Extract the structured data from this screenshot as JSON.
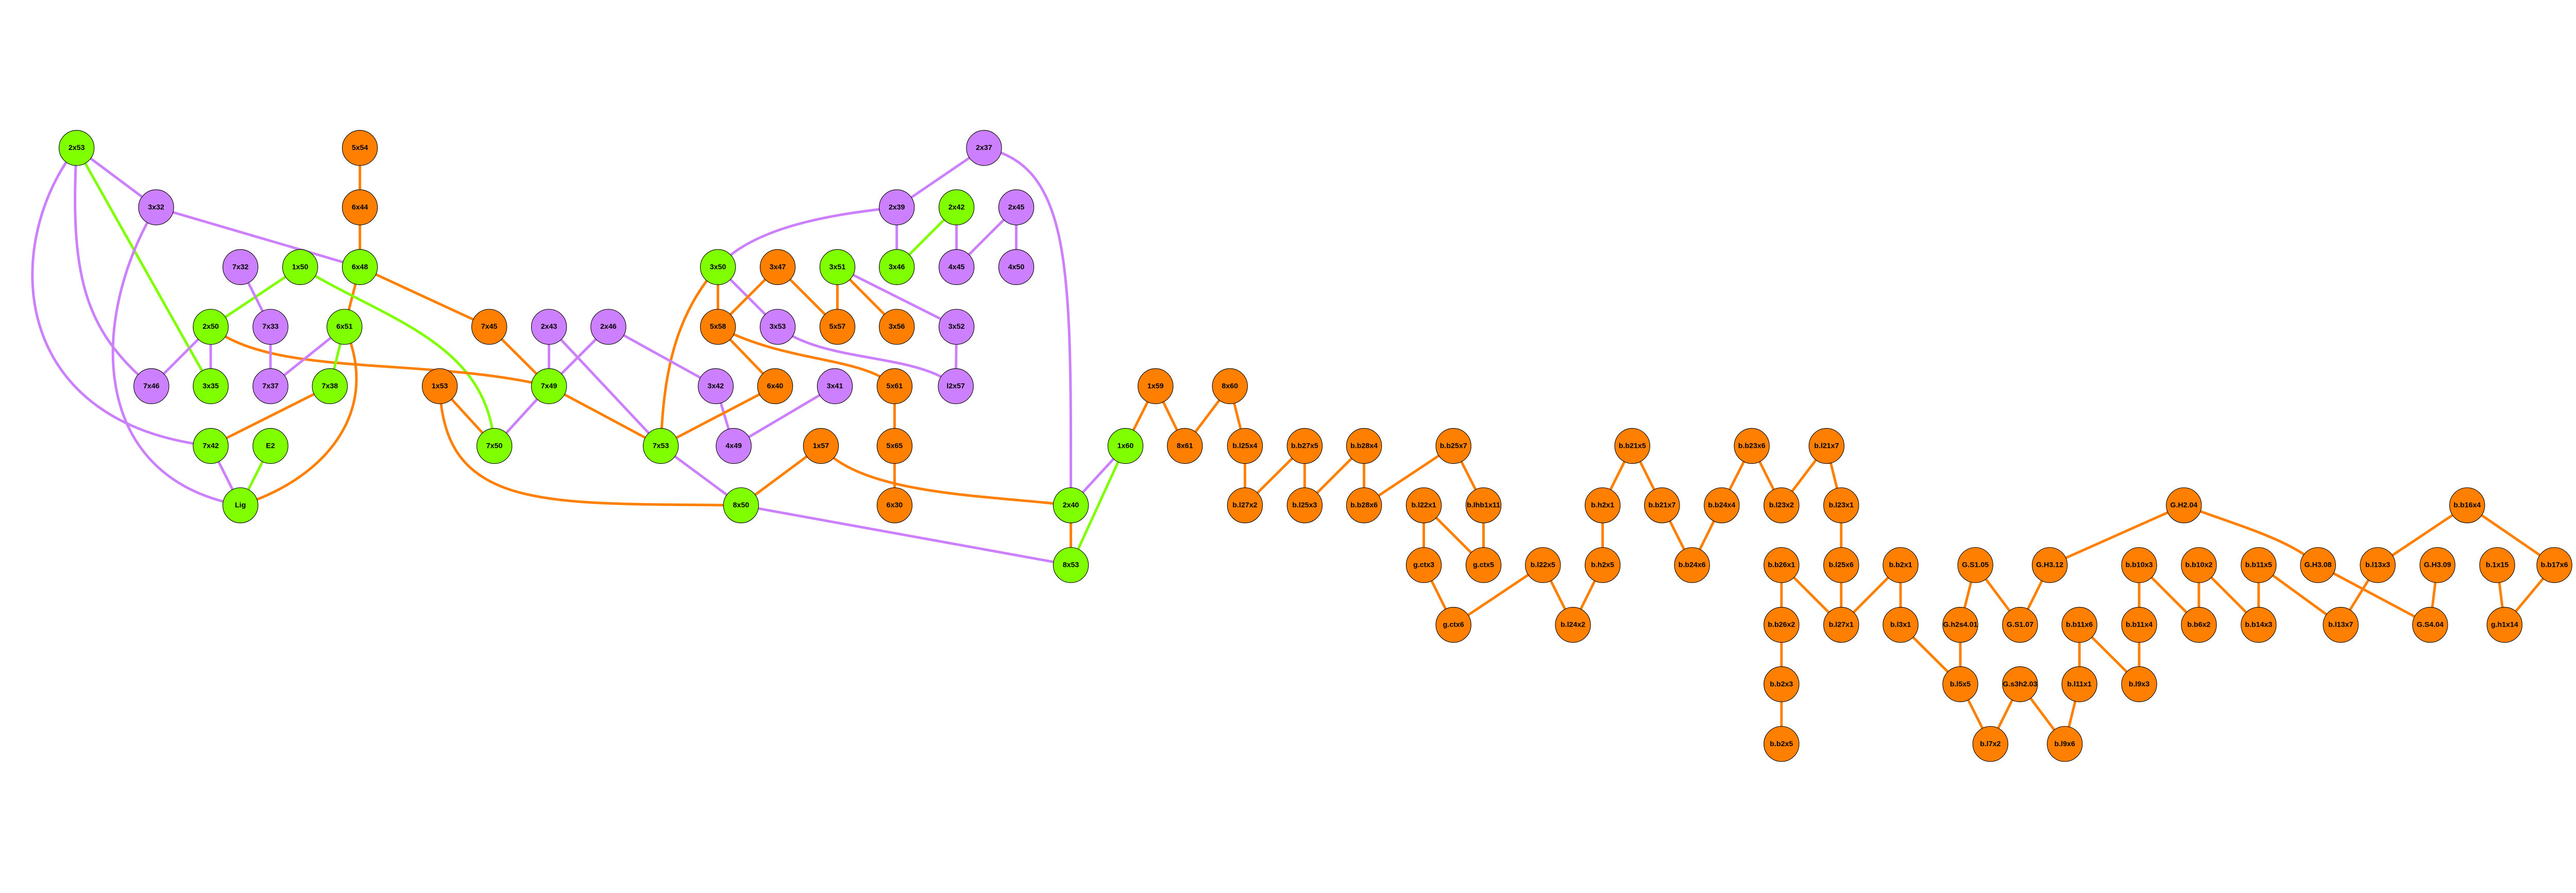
{
  "colors": {
    "green": "#7FFF00",
    "purple": "#CC80FF",
    "orange": "#FF8000"
  },
  "nodes": [
    {
      "id": "2x53",
      "c": "green"
    },
    {
      "id": "3x32",
      "c": "purple"
    },
    {
      "id": "5x54",
      "c": "orange"
    },
    {
      "id": "6x44",
      "c": "orange"
    },
    {
      "id": "6x48",
      "c": "green"
    },
    {
      "id": "7x32",
      "c": "purple"
    },
    {
      "id": "1x50",
      "c": "green"
    },
    {
      "id": "2x50",
      "c": "green"
    },
    {
      "id": "7x33",
      "c": "purple"
    },
    {
      "id": "6x51",
      "c": "green"
    },
    {
      "id": "7x46",
      "c": "purple"
    },
    {
      "id": "3x35",
      "c": "green"
    },
    {
      "id": "7x37",
      "c": "purple"
    },
    {
      "id": "7x38",
      "c": "green"
    },
    {
      "id": "7x42",
      "c": "green"
    },
    {
      "id": "E2",
      "c": "green"
    },
    {
      "id": "Lig",
      "c": "green"
    },
    {
      "id": "7x45",
      "c": "orange"
    },
    {
      "id": "2x43",
      "c": "purple"
    },
    {
      "id": "2x46",
      "c": "purple"
    },
    {
      "id": "3x50",
      "c": "green"
    },
    {
      "id": "3x47",
      "c": "orange"
    },
    {
      "id": "3x51",
      "c": "green"
    },
    {
      "id": "5x58",
      "c": "orange"
    },
    {
      "id": "3x53",
      "c": "purple"
    },
    {
      "id": "5x57",
      "c": "orange"
    },
    {
      "id": "1x53",
      "c": "orange"
    },
    {
      "id": "7x49",
      "c": "green"
    },
    {
      "id": "3x42",
      "c": "purple"
    },
    {
      "id": "6x40",
      "c": "orange"
    },
    {
      "id": "3x41",
      "c": "purple"
    },
    {
      "id": "7x50",
      "c": "green"
    },
    {
      "id": "7x53",
      "c": "green"
    },
    {
      "id": "4x49",
      "c": "purple"
    },
    {
      "id": "1x57",
      "c": "orange"
    },
    {
      "id": "8x50",
      "c": "green"
    },
    {
      "id": "2x37",
      "c": "purple"
    },
    {
      "id": "2x39",
      "c": "purple"
    },
    {
      "id": "2x42",
      "c": "green"
    },
    {
      "id": "2x45",
      "c": "purple"
    },
    {
      "id": "3x46",
      "c": "green"
    },
    {
      "id": "4x45",
      "c": "purple"
    },
    {
      "id": "4x50",
      "c": "purple"
    },
    {
      "id": "3x56",
      "c": "orange"
    },
    {
      "id": "3x52",
      "c": "purple"
    },
    {
      "id": "5x61",
      "c": "orange"
    },
    {
      "id": "l2x57",
      "c": "purple"
    },
    {
      "id": "5x65",
      "c": "orange"
    },
    {
      "id": "6x30",
      "c": "orange"
    },
    {
      "id": "2x40",
      "c": "green"
    },
    {
      "id": "8x53",
      "c": "green"
    },
    {
      "id": "1x59",
      "c": "orange"
    },
    {
      "id": "8x60",
      "c": "orange"
    },
    {
      "id": "1x60",
      "c": "green"
    },
    {
      "id": "8x61",
      "c": "orange"
    },
    {
      "id": "b.l25x4",
      "c": "orange"
    },
    {
      "id": "b.l27x2",
      "c": "orange"
    },
    {
      "id": "b.b27x5",
      "c": "orange"
    },
    {
      "id": "b.b28x4",
      "c": "orange"
    },
    {
      "id": "b.b25x7",
      "c": "orange"
    },
    {
      "id": "b.b21x5",
      "c": "orange"
    },
    {
      "id": "b.l25x3",
      "c": "orange"
    },
    {
      "id": "b.b28x6",
      "c": "orange"
    },
    {
      "id": "b.l22x1",
      "c": "orange"
    },
    {
      "id": "b.lhb1x11",
      "c": "orange"
    },
    {
      "id": "b.h2x1",
      "c": "orange"
    },
    {
      "id": "b.b21x7",
      "c": "orange"
    },
    {
      "id": "g.ctx3",
      "c": "orange"
    },
    {
      "id": "g.ctx5",
      "c": "orange"
    },
    {
      "id": "b.l22x5",
      "c": "orange"
    },
    {
      "id": "b.h2x5",
      "c": "orange"
    },
    {
      "id": "b.b24x6",
      "c": "orange"
    },
    {
      "id": "g.ctx6",
      "c": "orange"
    },
    {
      "id": "b.l24x2",
      "c": "orange"
    },
    {
      "id": "b.b23x6",
      "c": "orange"
    },
    {
      "id": "b.l21x7",
      "c": "orange"
    },
    {
      "id": "b.b24x4",
      "c": "orange"
    },
    {
      "id": "b.l23x2",
      "c": "orange"
    },
    {
      "id": "b.l23x1",
      "c": "orange"
    },
    {
      "id": "b.b26x1",
      "c": "orange"
    },
    {
      "id": "b.l25x6",
      "c": "orange"
    },
    {
      "id": "b.b2x1",
      "c": "orange"
    },
    {
      "id": "G.S1.05",
      "c": "orange"
    },
    {
      "id": "G.H3.12",
      "c": "orange"
    },
    {
      "id": "b.b26x2",
      "c": "orange"
    },
    {
      "id": "b.l27x1",
      "c": "orange"
    },
    {
      "id": "b.l3x1",
      "c": "orange"
    },
    {
      "id": "G.h2s4.01",
      "c": "orange"
    },
    {
      "id": "G.S1.07",
      "c": "orange"
    },
    {
      "id": "b.b11x6",
      "c": "orange"
    },
    {
      "id": "b.b2x3",
      "c": "orange"
    },
    {
      "id": "b.l5x5",
      "c": "orange"
    },
    {
      "id": "G.s3h2.03",
      "c": "orange"
    },
    {
      "id": "b.l11x1",
      "c": "orange"
    },
    {
      "id": "b.b2x5",
      "c": "orange"
    },
    {
      "id": "b.l7x2",
      "c": "orange"
    },
    {
      "id": "b.l9x6",
      "c": "orange"
    },
    {
      "id": "G.H2.04",
      "c": "orange"
    },
    {
      "id": "b.b16x4",
      "c": "orange"
    },
    {
      "id": "b.b10x3",
      "c": "orange"
    },
    {
      "id": "b.b10x2",
      "c": "orange"
    },
    {
      "id": "b.b11x5",
      "c": "orange"
    },
    {
      "id": "G.H3.08",
      "c": "orange"
    },
    {
      "id": "b.l13x3",
      "c": "orange"
    },
    {
      "id": "G.H3.09",
      "c": "orange"
    },
    {
      "id": "b.1x15",
      "c": "orange"
    },
    {
      "id": "b.b17x6",
      "c": "orange"
    },
    {
      "id": "b.b11x4",
      "c": "orange"
    },
    {
      "id": "b.b6x2",
      "c": "orange"
    },
    {
      "id": "b.b14x3",
      "c": "orange"
    },
    {
      "id": "b.l13x7",
      "c": "orange"
    },
    {
      "id": "G.S4.04",
      "c": "orange"
    },
    {
      "id": "g.h1x14",
      "c": "orange"
    },
    {
      "id": "b.l9x3",
      "c": "orange"
    }
  ],
  "edges": [
    [
      "2x53",
      "3x32",
      "purple"
    ],
    [
      "2x53",
      "7x46",
      "purple"
    ],
    [
      "2x53",
      "3x35",
      "green"
    ],
    [
      "2x53",
      "7x42",
      "purple"
    ],
    [
      "3x32",
      "6x48",
      "purple"
    ],
    [
      "3x32",
      "Lig",
      "purple"
    ],
    [
      "5x54",
      "6x44",
      "orange"
    ],
    [
      "6x44",
      "6x48",
      "orange"
    ],
    [
      "6x48",
      "7x45",
      "orange"
    ],
    [
      "6x48",
      "6x51",
      "orange"
    ],
    [
      "1x50",
      "2x50",
      "green"
    ],
    [
      "1x50",
      "7x50",
      "green"
    ],
    [
      "7x32",
      "7x33",
      "purple"
    ],
    [
      "2x50",
      "7x46",
      "purple"
    ],
    [
      "2x50",
      "3x35",
      "purple"
    ],
    [
      "2x50",
      "7x49",
      "orange"
    ],
    [
      "7x33",
      "7x37",
      "purple"
    ],
    [
      "6x51",
      "7x37",
      "purple"
    ],
    [
      "6x51",
      "7x38",
      "green"
    ],
    [
      "6x51",
      "Lig",
      "orange"
    ],
    [
      "7x38",
      "7x42",
      "orange"
    ],
    [
      "7x42",
      "Lig",
      "purple"
    ],
    [
      "E2",
      "Lig",
      "green"
    ],
    [
      "3x50",
      "2x39",
      "purple"
    ],
    [
      "3x50",
      "5x58",
      "orange"
    ],
    [
      "3x50",
      "3x53",
      "purple"
    ],
    [
      "3x50",
      "7x53",
      "orange"
    ],
    [
      "3x47",
      "5x58",
      "orange"
    ],
    [
      "3x47",
      "5x57",
      "orange"
    ],
    [
      "3x51",
      "5x57",
      "orange"
    ],
    [
      "3x51",
      "3x52",
      "purple"
    ],
    [
      "3x51",
      "3x56",
      "orange"
    ],
    [
      "7x45",
      "7x49",
      "orange"
    ],
    [
      "2x43",
      "7x49",
      "purple"
    ],
    [
      "2x43",
      "7x53",
      "purple"
    ],
    [
      "2x46",
      "7x49",
      "purple"
    ],
    [
      "2x46",
      "3x42",
      "purple"
    ],
    [
      "5x58",
      "6x40",
      "orange"
    ],
    [
      "5x58",
      "5x61",
      "orange"
    ],
    [
      "3x53",
      "l2x57",
      "purple"
    ],
    [
      "1x53",
      "7x50",
      "orange"
    ],
    [
      "1x53",
      "8x50",
      "orange"
    ],
    [
      "7x49",
      "7x50",
      "purple"
    ],
    [
      "7x49",
      "7x53",
      "orange"
    ],
    [
      "3x42",
      "4x49",
      "purple"
    ],
    [
      "6x40",
      "7x53",
      "orange"
    ],
    [
      "3x41",
      "4x49",
      "purple"
    ],
    [
      "7x53",
      "8x50",
      "purple"
    ],
    [
      "1x57",
      "8x50",
      "orange"
    ],
    [
      "1x57",
      "2x40",
      "orange"
    ],
    [
      "8x50",
      "8x53",
      "purple"
    ],
    [
      "2x37",
      "2x39",
      "purple"
    ],
    [
      "2x37",
      "2x40",
      "purple"
    ],
    [
      "2x39",
      "3x46",
      "purple"
    ],
    [
      "2x42",
      "3x46",
      "green"
    ],
    [
      "2x42",
      "4x45",
      "purple"
    ],
    [
      "2x45",
      "4x45",
      "purple"
    ],
    [
      "2x45",
      "4x50",
      "purple"
    ],
    [
      "3x52",
      "l2x57",
      "purple"
    ],
    [
      "5x61",
      "5x65",
      "orange"
    ],
    [
      "5x65",
      "6x30",
      "orange"
    ],
    [
      "1x60",
      "2x40",
      "purple"
    ],
    [
      "1x60",
      "8x53",
      "green"
    ],
    [
      "2x40",
      "8x53",
      "orange"
    ],
    [
      "1x59",
      "1x60",
      "orange"
    ],
    [
      "1x59",
      "8x61",
      "orange"
    ],
    [
      "8x60",
      "8x61",
      "orange"
    ],
    [
      "8x60",
      "b.l25x4",
      "orange"
    ],
    [
      "b.l25x4",
      "b.l27x2",
      "orange"
    ],
    [
      "b.b27x5",
      "b.l27x2",
      "orange"
    ],
    [
      "b.b27x5",
      "b.l25x3",
      "orange"
    ],
    [
      "b.b28x4",
      "b.l25x3",
      "orange"
    ],
    [
      "b.b28x4",
      "b.b28x6",
      "orange"
    ],
    [
      "b.b25x7",
      "b.b28x6",
      "orange"
    ],
    [
      "b.b25x7",
      "b.lhb1x11",
      "orange"
    ],
    [
      "b.l22x1",
      "g.ctx3",
      "orange"
    ],
    [
      "b.l22x1",
      "g.ctx5",
      "orange"
    ],
    [
      "b.lhb1x11",
      "g.ctx5",
      "orange"
    ],
    [
      "g.ctx3",
      "g.ctx6",
      "orange"
    ],
    [
      "b.l22x5",
      "g.ctx6",
      "orange"
    ],
    [
      "b.l22x5",
      "b.l24x2",
      "orange"
    ],
    [
      "b.h2x5",
      "b.l24x2",
      "orange"
    ],
    [
      "b.h2x1",
      "b.h2x5",
      "orange"
    ],
    [
      "b.b21x5",
      "b.h2x1",
      "orange"
    ],
    [
      "b.b21x5",
      "b.b21x7",
      "orange"
    ],
    [
      "b.b21x7",
      "b.b24x6",
      "orange"
    ],
    [
      "b.b24x4",
      "b.b24x6",
      "orange"
    ],
    [
      "b.b23x6",
      "b.b24x4",
      "orange"
    ],
    [
      "b.b23x6",
      "b.l23x2",
      "orange"
    ],
    [
      "b.l21x7",
      "b.l23x2",
      "orange"
    ],
    [
      "b.l21x7",
      "b.l23x1",
      "orange"
    ],
    [
      "b.l23x1",
      "b.l25x6",
      "orange"
    ],
    [
      "b.b26x1",
      "b.b26x2",
      "orange"
    ],
    [
      "b.b26x1",
      "b.l27x1",
      "orange"
    ],
    [
      "b.l25x6",
      "b.l27x1",
      "orange"
    ],
    [
      "b.b2x1",
      "b.l27x1",
      "orange"
    ],
    [
      "b.b2x1",
      "b.l3x1",
      "orange"
    ],
    [
      "b.b26x2",
      "b.b2x3",
      "orange"
    ],
    [
      "b.b2x3",
      "b.b2x5",
      "orange"
    ],
    [
      "b.l3x1",
      "b.l5x5",
      "orange"
    ],
    [
      "G.S1.05",
      "G.h2s4.01",
      "orange"
    ],
    [
      "G.S1.05",
      "G.S1.07",
      "orange"
    ],
    [
      "G.H3.12",
      "G.S1.07",
      "orange"
    ],
    [
      "G.H3.12",
      "G.H2.04",
      "orange"
    ],
    [
      "G.h2s4.01",
      "b.l5x5",
      "orange"
    ],
    [
      "b.l5x5",
      "b.l7x2",
      "orange"
    ],
    [
      "G.s3h2.03",
      "b.l7x2",
      "orange"
    ],
    [
      "G.s3h2.03",
      "b.l9x6",
      "orange"
    ],
    [
      "b.l11x1",
      "b.l9x6",
      "orange"
    ],
    [
      "b.b11x6",
      "b.l11x1",
      "orange"
    ],
    [
      "b.b11x6",
      "b.l9x3",
      "orange"
    ],
    [
      "G.H2.04",
      "G.H3.08",
      "orange"
    ],
    [
      "b.b10x3",
      "b.b11x4",
      "orange"
    ],
    [
      "b.b10x3",
      "b.b6x2",
      "orange"
    ],
    [
      "b.b10x2",
      "b.b6x2",
      "orange"
    ],
    [
      "b.b10x2",
      "b.b14x3",
      "orange"
    ],
    [
      "b.b11x5",
      "b.b14x3",
      "orange"
    ],
    [
      "b.b11x5",
      "b.l13x7",
      "orange"
    ],
    [
      "G.H3.08",
      "G.S4.04",
      "orange"
    ],
    [
      "b.l13x3",
      "b.l13x7",
      "orange"
    ],
    [
      "b.b16x4",
      "b.l13x3",
      "orange"
    ],
    [
      "b.b16x4",
      "b.b17x6",
      "orange"
    ],
    [
      "G.H3.09",
      "G.S4.04",
      "orange"
    ],
    [
      "b.1x15",
      "g.h1x14",
      "orange"
    ],
    [
      "b.b17x6",
      "g.h1x14",
      "orange"
    ],
    [
      "b.b11x4",
      "b.l9x3",
      "orange"
    ]
  ]
}
